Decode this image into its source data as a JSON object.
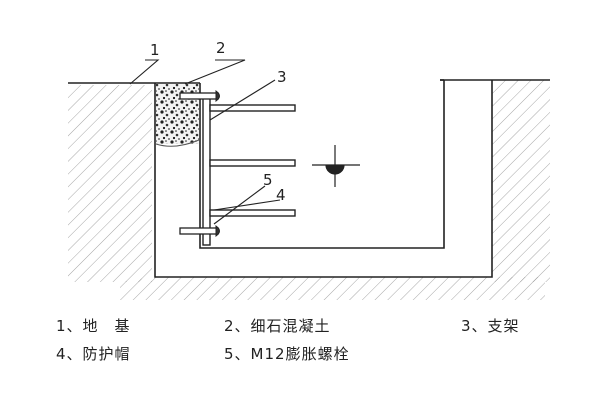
{
  "callouts": [
    "1",
    "2",
    "3",
    "4",
    "5"
  ],
  "legend": [
    [
      "1、地　基",
      "2、细石混凝土",
      "3、支架"
    ],
    [
      "4、防护帽",
      "5、M12膨胀螺栓"
    ]
  ]
}
